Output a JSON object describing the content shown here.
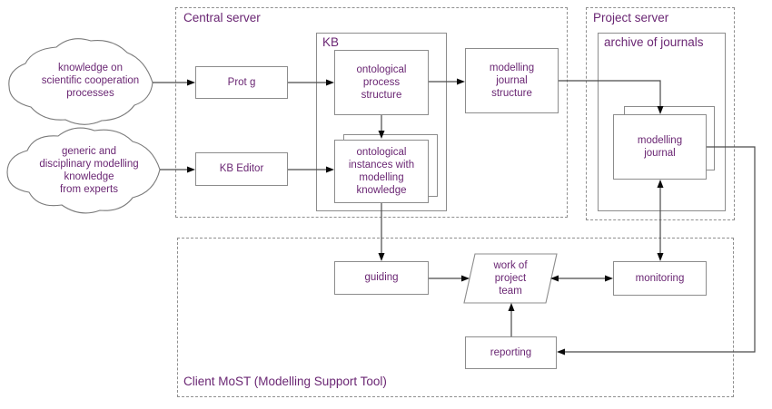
{
  "groups": {
    "central_server": "Central server",
    "project_server": "Project server",
    "client": "Client MoST (Modelling Support Tool)"
  },
  "containers": {
    "kb": "KB",
    "archive": "archive of journals"
  },
  "clouds": {
    "knowledge_cooperation": "knowledge on\nscientific cooperation\nprocesses",
    "expert_knowledge": "generic and\ndisciplinary modelling\nknowledge\nfrom experts"
  },
  "nodes": {
    "protege": "Prot g",
    "kb_editor": "KB Editor",
    "ontological_process_structure": "ontological\nprocess\nstructure",
    "ontological_instances": "ontological\ninstances with\nmodelling\nknowledge",
    "modelling_journal_structure": "modelling\njournal\nstructure",
    "modelling_journal": "modelling\njournal",
    "guiding": "guiding",
    "monitoring": "monitoring",
    "reporting": "reporting",
    "work_of_project_team": "work of\nproject\nteam"
  },
  "colors": {
    "text": "#6a2673",
    "box_border": "#8c8c8c",
    "dashed_border": "#8f8f8f",
    "connector": "#4a4a4a",
    "arrowhead": "#0a0a0a"
  }
}
